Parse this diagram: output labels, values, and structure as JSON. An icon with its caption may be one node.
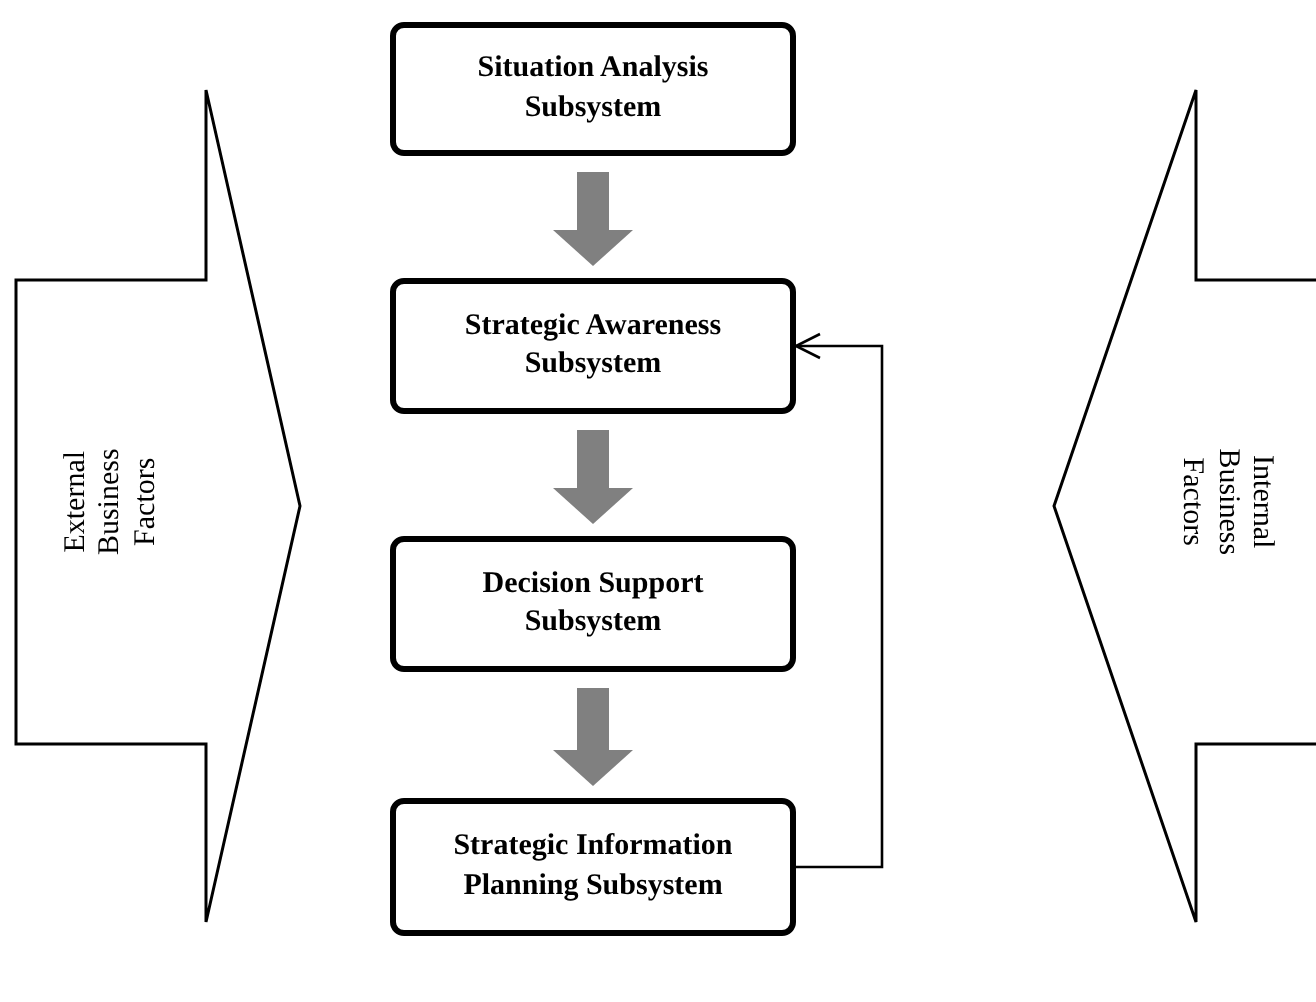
{
  "diagram": {
    "nodes": [
      {
        "text": [
          "Situation Analysis Subsystem"
        ]
      },
      {
        "text": [
          "Strategic Awareness Subsystem"
        ]
      },
      {
        "text": [
          "Decision Support Subsystem"
        ]
      },
      {
        "text": [
          "Strategic Information Planning Subsystem"
        ]
      },
      {
        "text": [
          "External Business Factors"
        ]
      },
      {
        "text": [
          "Internal Business Factors"
        ]
      }
    ],
    "edges": [
      {
        "from": 0,
        "to": 1,
        "arrow": "to"
      },
      {
        "from": 1,
        "to": 2,
        "arrow": "to"
      },
      {
        "from": 2,
        "to": 3,
        "arrow": "to"
      },
      {
        "from": 3,
        "to": 1,
        "arrow": "to",
        "color": "#000000"
      }
    ]
  }
}
